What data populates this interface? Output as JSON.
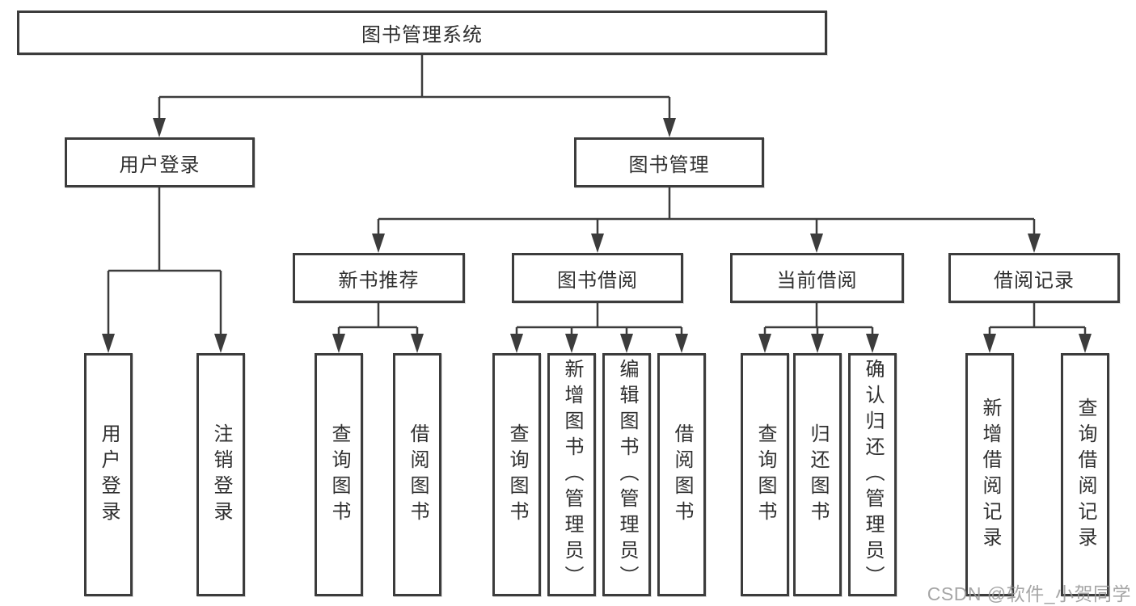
{
  "tree": {
    "root": "图书管理系统",
    "branches": [
      {
        "label": "用户登录",
        "children": [
          "用户登录",
          "注销登录"
        ]
      },
      {
        "label": "图书管理",
        "sections": [
          {
            "label": "新书推荐",
            "children": [
              "查询图书",
              "借阅图书"
            ]
          },
          {
            "label": "图书借阅",
            "children": [
              "查询图书",
              "新增图书（管理员）",
              "编辑图书（管理员）",
              "借阅图书"
            ]
          },
          {
            "label": "当前借阅",
            "children": [
              "查询图书",
              "归还图书",
              "确认归还（管理员）"
            ]
          },
          {
            "label": "借阅记录",
            "children": [
              "新增借阅记录",
              "查询借阅记录"
            ]
          }
        ]
      }
    ]
  },
  "colors": {
    "line": "#3c3c3c",
    "text": "#303030",
    "watermark": "#969696"
  },
  "watermark": "CSDN @软件_小贺同学"
}
